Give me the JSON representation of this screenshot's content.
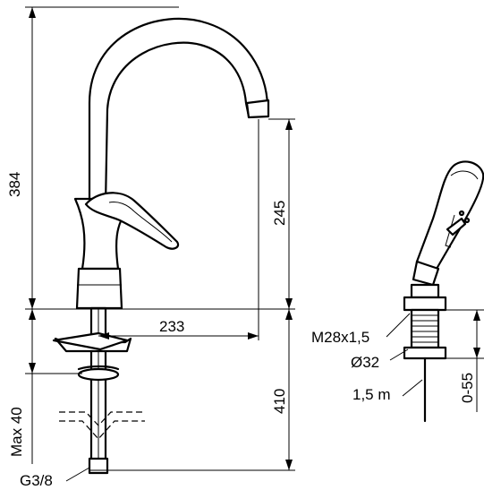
{
  "dimensions": {
    "height_total": "384",
    "spout_height": "245",
    "spout_reach": "233",
    "below_counter": "410",
    "max_counter": "Max 40",
    "connection_thread": "G3/8",
    "shower_thread": "M28x1,5",
    "hole_diameter": "Ø32",
    "hose_length": "1,5 m",
    "counter_range": "0-55"
  }
}
